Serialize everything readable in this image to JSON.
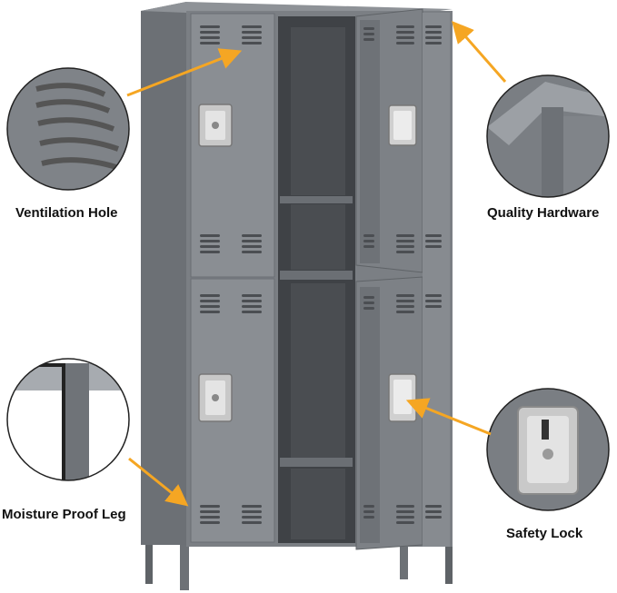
{
  "features": {
    "ventilation": {
      "label": "Ventilation Hole"
    },
    "hardware": {
      "label": "Quality Hardware"
    },
    "leg": {
      "label": "Moisture Proof Leg"
    },
    "lock": {
      "label": "Safety Lock"
    }
  },
  "colors": {
    "body": "#7b7f84",
    "door": "#8a8e93",
    "door_light": "#9a9ea3",
    "interior": "#3f4246",
    "dark": "#2e3033",
    "arrow": "#f5a623",
    "circle_border": "#222222",
    "handle": "#c8c8c8"
  }
}
